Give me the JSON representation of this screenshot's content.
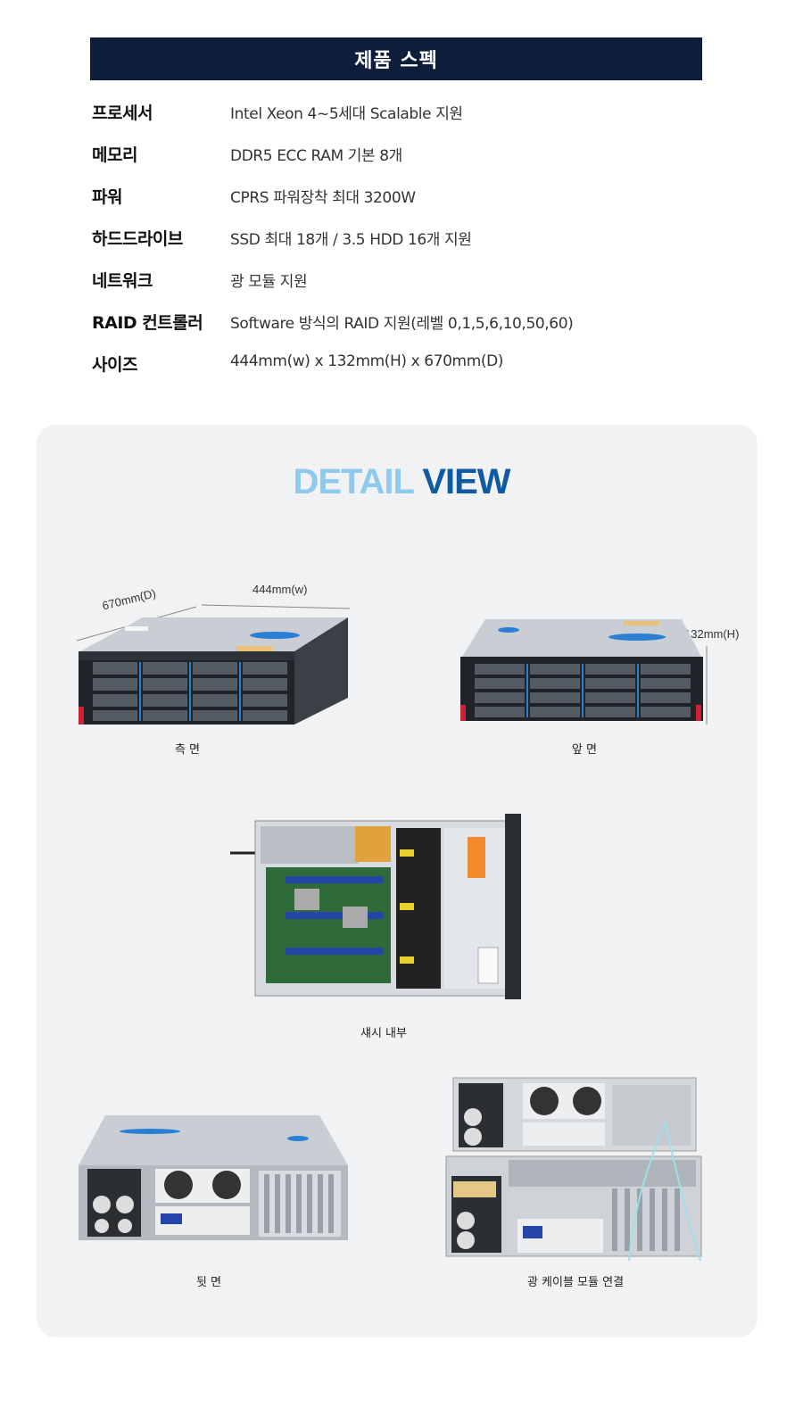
{
  "spec": {
    "header": "제품 스펙",
    "rows": [
      {
        "key": "프로세서",
        "value": "Intel Xeon 4~5세대 Scalable 지원"
      },
      {
        "key": "메모리",
        "value": "DDR5 ECC RAM 기본 8개"
      },
      {
        "key": "파워",
        "value": "CPRS 파워장착 최대 3200W"
      },
      {
        "key": "하드드라이브",
        "value": "SSD 최대 18개 / 3.5 HDD 16개 지원"
      },
      {
        "key": "네트워크",
        "value": "광 모듈 지원"
      },
      {
        "key": "RAID 컨트롤러",
        "value": "Software 방식의 RAID 지원(레벨 0,1,5,6,10,50,60)"
      },
      {
        "key": "사이즈",
        "value": "444mm(w) x 132mm(H) x 670mm(D)"
      }
    ]
  },
  "detail": {
    "title_part1": "DETAIL ",
    "title_part2": "VIEW",
    "dims": {
      "width": "444mm(w)",
      "depth": "670mm(D)",
      "height": "132mm(H)"
    },
    "captions": {
      "side": "측 면",
      "front": "앞 면",
      "inside": "섀시 내부",
      "back": "뒷 면",
      "fiber": "광 케이블 모듈 연결"
    }
  },
  "colors": {
    "header_bg": "#0e1d3a",
    "panel_bg": "#f0f2f4",
    "title_light": "#8fcaee",
    "title_dark": "#0f5aa3"
  }
}
